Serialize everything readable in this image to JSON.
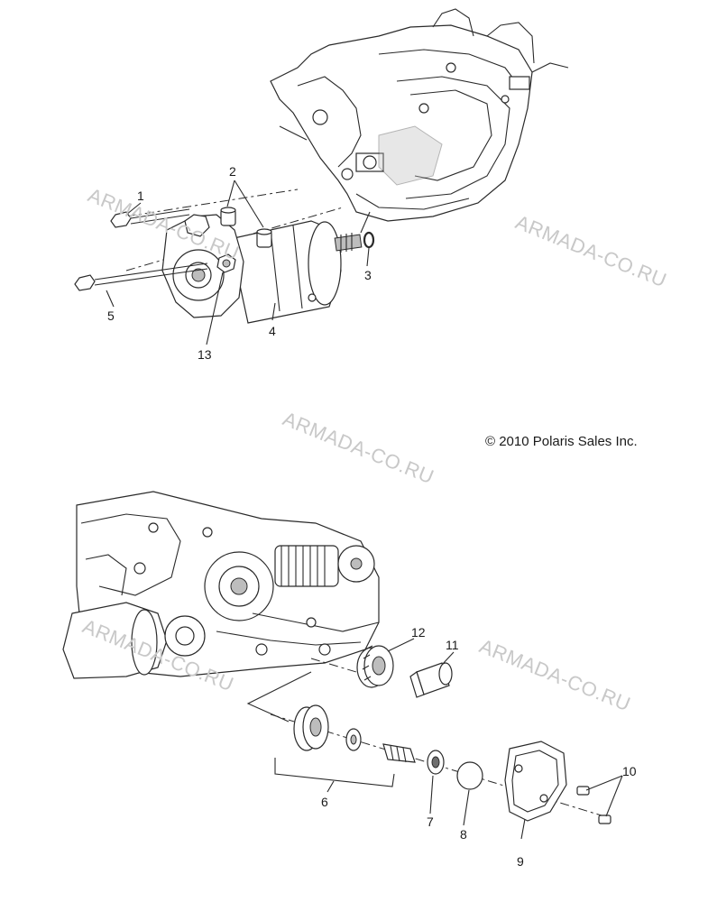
{
  "copyright": "© 2010 Polaris Sales Inc.",
  "watermark": "ARMADA-CO.RU",
  "callouts": {
    "c1": "1",
    "c2": "2",
    "c3": "3",
    "c4": "4",
    "c5": "5",
    "c13": "13",
    "c6": "6",
    "c7": "7",
    "c8": "8",
    "c9": "9",
    "c10": "10",
    "c11": "11",
    "c12": "12"
  }
}
